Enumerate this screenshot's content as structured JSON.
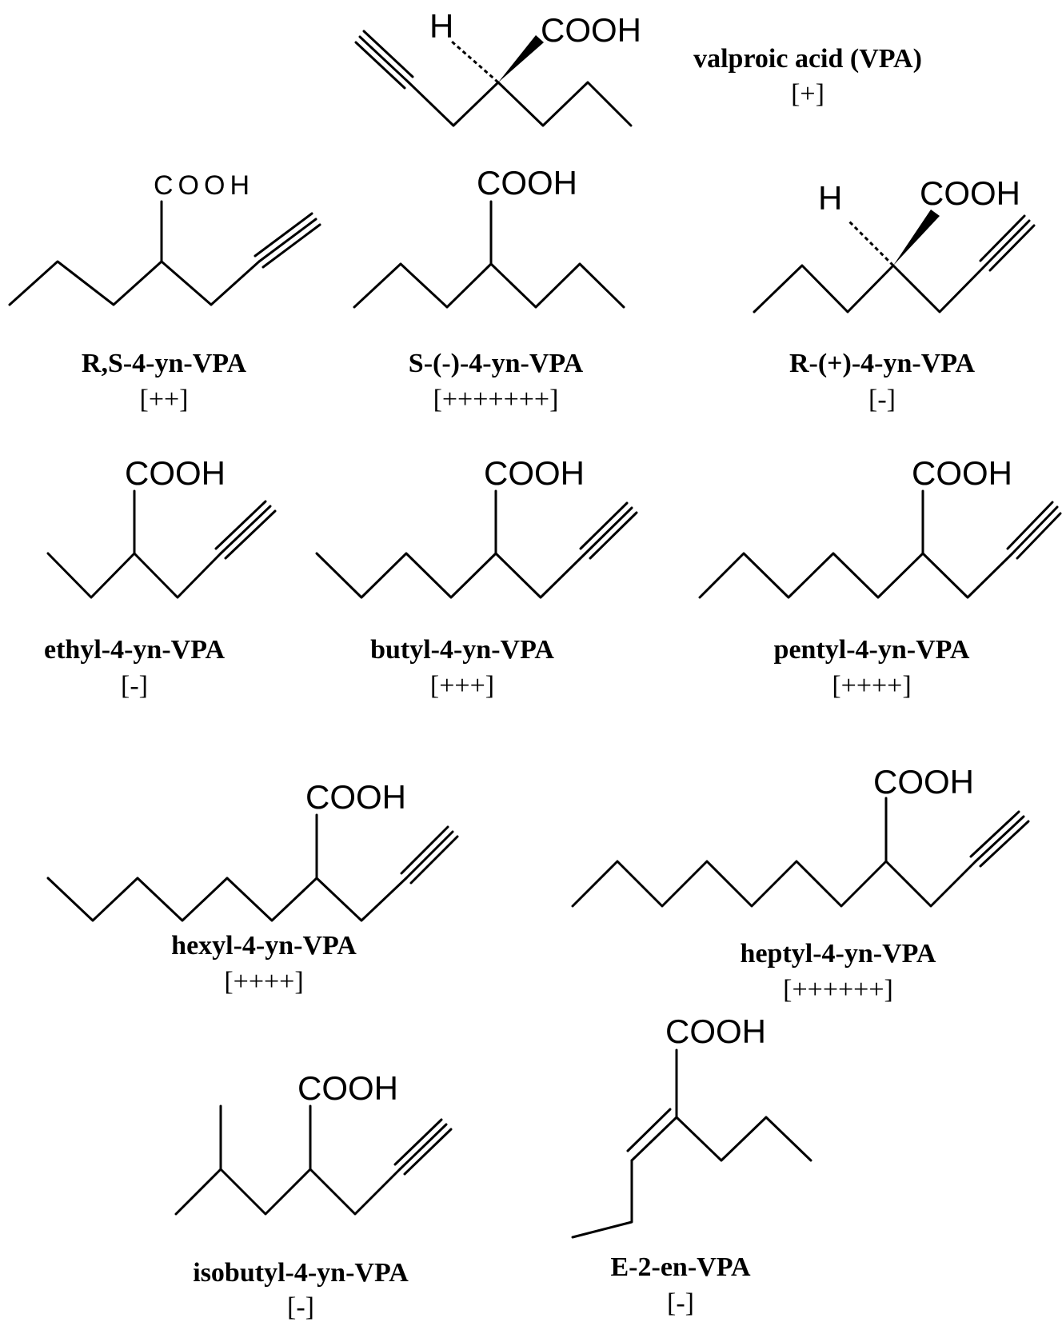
{
  "atoms": {
    "cooh": "COOH",
    "h": "H"
  },
  "compounds": [
    {
      "id": "vpa",
      "name": "valproic acid (VPA)",
      "activity": "[+]"
    },
    {
      "id": "rs",
      "name": "R,S-4-yn-VPA",
      "activity": "[++]"
    },
    {
      "id": "s",
      "name": "S-(-)-4-yn-VPA",
      "activity": "[+++++++]"
    },
    {
      "id": "r",
      "name": "R-(+)-4-yn-VPA",
      "activity": "[-]"
    },
    {
      "id": "ethyl",
      "name": "ethyl-4-yn-VPA",
      "activity": "[-]"
    },
    {
      "id": "butyl",
      "name": "butyl-4-yn-VPA",
      "activity": "[+++]"
    },
    {
      "id": "pentyl",
      "name": "pentyl-4-yn-VPA",
      "activity": "[++++]"
    },
    {
      "id": "hexyl",
      "name": "hexyl-4-yn-VPA",
      "activity": "[++++]"
    },
    {
      "id": "heptyl",
      "name": "heptyl-4-yn-VPA",
      "activity": "[++++++]"
    },
    {
      "id": "isobutyl",
      "name": "isobutyl-4-yn-VPA",
      "activity": "[-]"
    },
    {
      "id": "e2en",
      "name": "E-2-en-VPA",
      "activity": "[-]"
    }
  ]
}
